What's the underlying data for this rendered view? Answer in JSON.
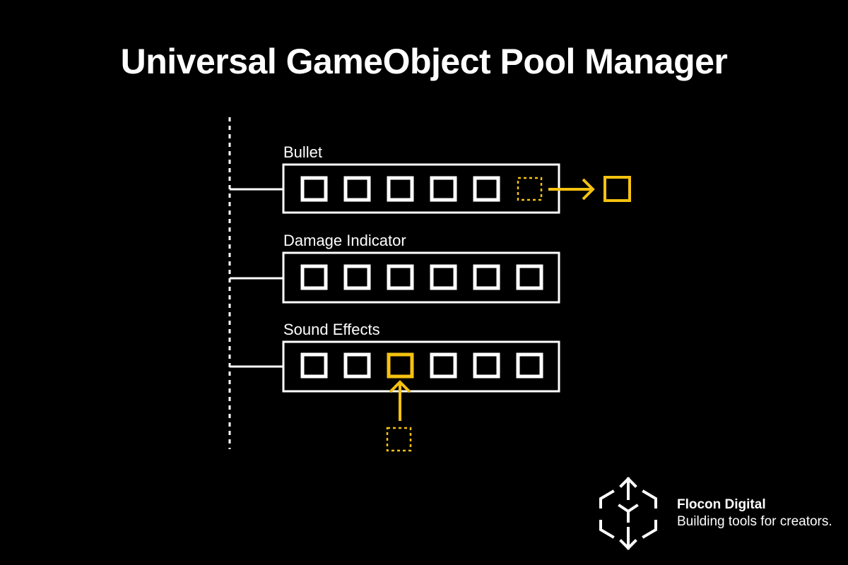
{
  "title": "Universal GameObject Pool Manager",
  "pools": [
    {
      "name": "Bullet",
      "active_slots": 5,
      "removed_slot": 6,
      "highlight_slot": null
    },
    {
      "name": "Damage Indicator",
      "active_slots": 6,
      "removed_slot": null,
      "highlight_slot": null
    },
    {
      "name": "Sound Effects",
      "active_slots": 6,
      "removed_slot": null,
      "highlight_slot": 3
    }
  ],
  "brand": {
    "name": "Flocon Digital",
    "tagline": "Building tools for creators."
  },
  "colors": {
    "background": "#000000",
    "foreground": "#ffffff",
    "accent": "#f5c210"
  },
  "icons": {
    "logo": "flocon-snowflake-cube-icon",
    "arrow_out": "arrow-right-icon",
    "arrow_in": "arrow-up-icon"
  }
}
